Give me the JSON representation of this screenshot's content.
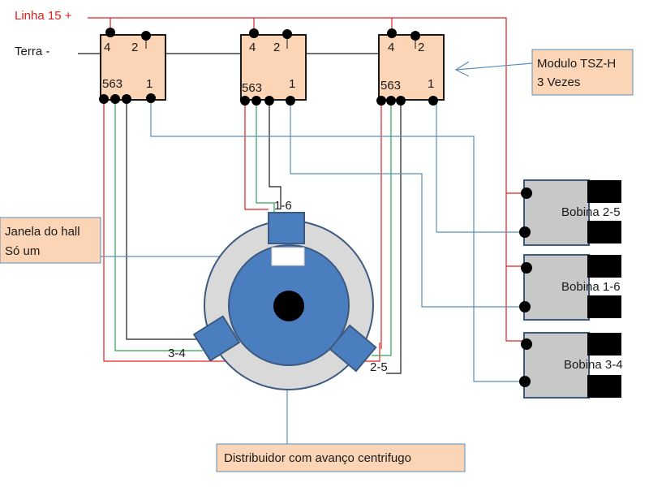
{
  "supply": {
    "positive": "Linha 15 +",
    "ground": "Terra -"
  },
  "modules": [
    {
      "pin4": "4",
      "pin2": "2",
      "pin563": "563",
      "pin1": "1"
    },
    {
      "pin4": "4",
      "pin2": "2",
      "pin563": "563",
      "pin1": "1"
    },
    {
      "pin4": "4",
      "pin2": "2",
      "pin563": "563",
      "pin1": "1"
    }
  ],
  "module_callout": {
    "line1": "Modulo  TSZ-H",
    "line2": "3 Vezes"
  },
  "coils": [
    {
      "label": "Bobina 2-5"
    },
    {
      "label": "Bobina 1-6"
    },
    {
      "label": "Bobina 3-4"
    }
  ],
  "sensors": {
    "top": "1-6",
    "left": "3-4",
    "right": "2-5"
  },
  "hall_callout": {
    "line1": "Janela do hall",
    "line2": "Só um"
  },
  "distributor_callout": {
    "text": "Distribuidor com avanço centrifugo"
  },
  "colors": {
    "positive_wire": "#e02020",
    "ground_wire": "#1a1a1a",
    "green_wire": "#2aa35a",
    "blue_wire": "#5b8fb9",
    "module_fill": "#fbd5b5",
    "callout_fill": "#fbd5b5",
    "coil_fill": "#c8c8c8",
    "rotor_fill": "#4a7ebf",
    "disc_fill": "#d9d9d9"
  }
}
